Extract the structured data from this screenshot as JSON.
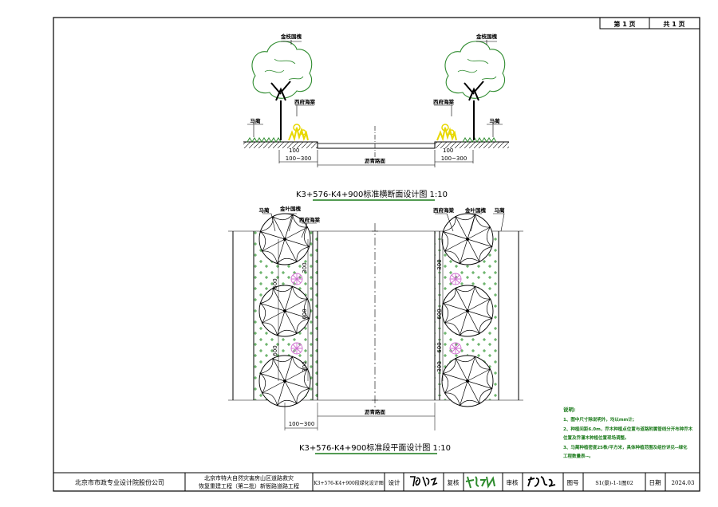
{
  "page": {
    "current_label": "第  1  页",
    "total_label": "共  1  页"
  },
  "section": {
    "title": "K3+576-K4+900标准横断面设计图 1:10",
    "label_ginkgo_left": "金枝国槐",
    "label_ginkgo_right": "金枝国槐",
    "label_begonia_left": "西府海棠",
    "label_begonia_right": "西府海棠",
    "label_horse_left": "马蔺",
    "label_horse_right": "马蔺",
    "dim_100_left": "100",
    "dim_100_right": "100",
    "dim_range_left": "100~300",
    "dim_range_right": "100~300",
    "road_label": "沥青路面"
  },
  "plan": {
    "title": "K3+576-K4+900标准段平面设计图 1:10",
    "label_horse_left": "马蔺",
    "label_ginkgo_left": "金叶国槐",
    "label_begonia_left": "西府海棠",
    "label_begonia_right": "西府海棠",
    "label_ginkgo_right": "金叶国槐",
    "label_horse_right": "马蔺",
    "dim_300_a": "300",
    "dim_600_a": "600",
    "dim_600_b": "600",
    "dim_600_c": "600",
    "dim_300_b": "300",
    "dim_300_r1": "300",
    "dim_600_r1": "600",
    "dim_600_r2": "600",
    "dim_300_r2": "300",
    "dim_range": "100~300",
    "road_label": "沥青路面"
  },
  "notes": {
    "heading": "说明:",
    "line1": "1、图中尺寸除说明外，均以mm计;",
    "line2": "2、种植间距6.0m，乔木种植点位置与道路附属管线分开布种乔木",
    "line3": "位置及乔灌木种植位置现场调整。",
    "line4": "3、马蔺种植密度25株/平方米，具体种植范围及组份详见--绿化",
    "line5": "工程数量表--。"
  },
  "title_block": {
    "company": "北京市市政专业设计院股份公司",
    "project_line1": "北京市特大自然灾害房山区道路救灾",
    "project_line2": "恢复重建工程（第二批）新衙路道路工程",
    "drawing_name": "K3+576-K4+900段绿化设计图",
    "design_label": "设计",
    "review_label": "复核",
    "audit_label": "审核",
    "drawing_no_label": "图号",
    "drawing_no": "S1(景)-1-1图02",
    "date_label": "日期",
    "date": "2024.03"
  },
  "colors": {
    "foliage": "#2e8b2e",
    "begonia": "#e8d800",
    "pink": "#d070d0",
    "line": "#000000",
    "title_underline": "#1a7a1a"
  }
}
